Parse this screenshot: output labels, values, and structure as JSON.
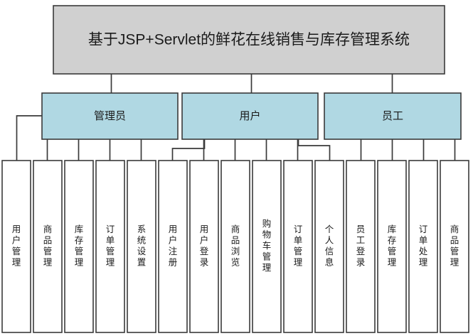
{
  "diagram": {
    "type": "tree",
    "title": "基于JSP+Servlet的鲜花在线销售与库存管理系统",
    "colors": {
      "root_fill": "#d0d0d0",
      "role_fill": "#b0d8e3",
      "leaf_fill": "#ffffff",
      "stroke": "#3a3a3a",
      "background": "#ffffff",
      "text": "#1a1a1a"
    },
    "roles": [
      {
        "label": "管理员"
      },
      {
        "label": "用户"
      },
      {
        "label": "员工"
      }
    ],
    "leaves": [
      {
        "label": "用户管理",
        "parent": "管理员"
      },
      {
        "label": "商品管理",
        "parent": "管理员"
      },
      {
        "label": "库存管理",
        "parent": "管理员"
      },
      {
        "label": "订单管理",
        "parent": "管理员"
      },
      {
        "label": "系统设置",
        "parent": "管理员"
      },
      {
        "label": "用户注册",
        "parent": "用户"
      },
      {
        "label": "用户登录",
        "parent": "用户"
      },
      {
        "label": "商品浏览",
        "parent": "用户"
      },
      {
        "label": "购物车管理",
        "parent": "用户"
      },
      {
        "label": "订单管理",
        "parent": "用户"
      },
      {
        "label": "个人信息",
        "parent": "用户"
      },
      {
        "label": "员工登录",
        "parent": "员工"
      },
      {
        "label": "库存管理",
        "parent": "员工"
      },
      {
        "label": "订单处理",
        "parent": "员工"
      },
      {
        "label": "商品管理",
        "parent": "员工"
      }
    ]
  }
}
